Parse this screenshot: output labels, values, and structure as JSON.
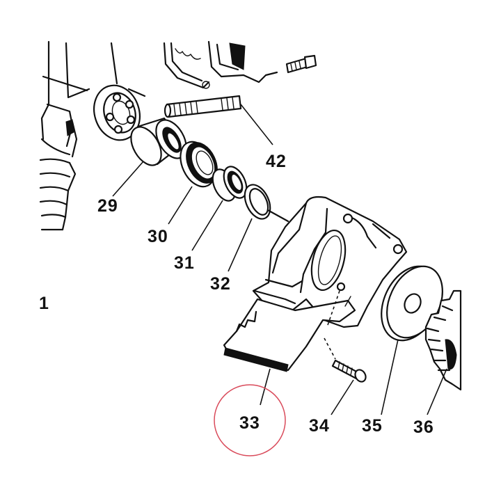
{
  "labels": {
    "part_29": "29",
    "part_30": "30",
    "part_31": "31",
    "part_32": "32",
    "part_33": "33",
    "part_34": "34",
    "part_35": "35",
    "part_36": "36",
    "part_42": "42",
    "edge_fragment": "1"
  },
  "colors": {
    "ink": "#111111",
    "highlight_circle": "#d94a5a",
    "background": "#ffffff"
  },
  "highlighted_part": "33"
}
